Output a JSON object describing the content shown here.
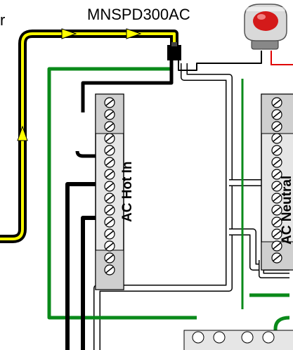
{
  "labels": {
    "device": "MNSPD300AC",
    "left_edge": "r",
    "hot_block": "AC Hot In",
    "neutral_block": "AC Neutral"
  },
  "colors": {
    "wire_black": "#000000",
    "wire_yellow": "#ffff00",
    "wire_green": "#0a8a1a",
    "wire_white": "#ffffff",
    "wire_red": "#e00000",
    "spd_red": "#d41a1a",
    "busbar_fill": "#e6e6e6"
  }
}
